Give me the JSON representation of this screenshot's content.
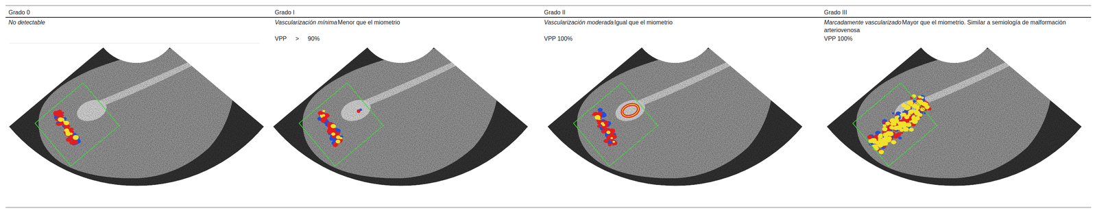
{
  "diagram": {
    "labels": [
      "Grado 0",
      "No detectable",
      "Grado I",
      "Vascularización mínima",
      "Menor que el miometrio",
      "VPP",
      ">",
      "90%",
      "Grado II",
      "Vascularización moderada",
      "Igual que el miometrio",
      "VPP 100%",
      "Grado III",
      "Marcadamente vascularizado",
      "Mayor que el miometrio. Similar a semiología de malformación arteriovenosa",
      "VPP 100%"
    ]
  }
}
